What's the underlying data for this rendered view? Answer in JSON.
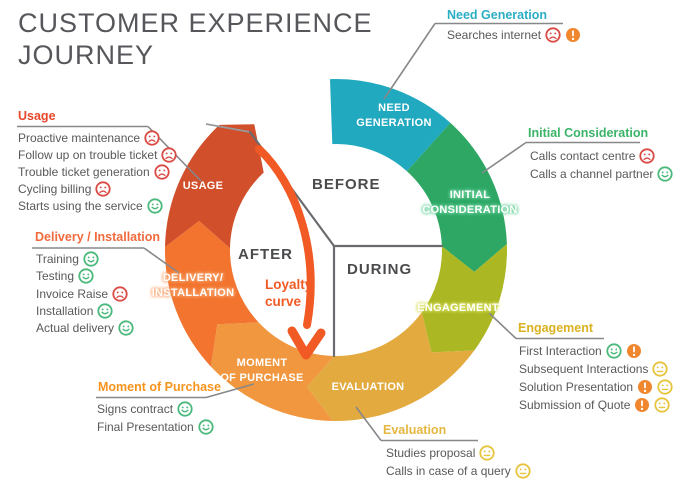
{
  "title": {
    "line1": "CUSTOMER EXPERIENCE",
    "line2": "JOURNEY"
  },
  "phase_labels": {
    "before": "BEFORE",
    "during": "DURING",
    "after": "AFTER"
  },
  "loyalty_curve": {
    "line1": "Loyalty",
    "line2": "curve",
    "color": "#F15A24"
  },
  "stages": [
    {
      "id": "need-generation",
      "lines": [
        "NEED",
        "GENERATION"
      ],
      "color": "#21A9BF"
    },
    {
      "id": "initial-consideration",
      "lines": [
        "INITIAL",
        "CONSIDERATION"
      ],
      "color": "#2EA765"
    },
    {
      "id": "engagement",
      "lines": [
        "ENGAGEMENT"
      ],
      "color": "#ABB723"
    },
    {
      "id": "evaluation",
      "lines": [
        "EVALUATION"
      ],
      "color": "#E3AA3F"
    },
    {
      "id": "moment-of-purchase",
      "lines": [
        "MOMENT",
        "OF PURCHASE"
      ],
      "color": "#F0973F"
    },
    {
      "id": "delivery-installation",
      "lines": [
        "DELIVERY/",
        "INSTALLATION"
      ],
      "color": "#F2742F"
    },
    {
      "id": "usage",
      "lines": [
        "USAGE"
      ],
      "color": "#D14F2A"
    }
  ],
  "callouts": [
    {
      "id": "need-generation",
      "heading": "Need Generation",
      "heading_color": "#2BAEC4",
      "items": [
        {
          "text": "Searches internet",
          "icons": [
            "sad",
            "alert"
          ]
        }
      ]
    },
    {
      "id": "initial-consideration",
      "heading": "Initial Consideration",
      "heading_color": "#3BB469",
      "items": [
        {
          "text": "Calls contact centre",
          "icons": [
            "sad"
          ]
        },
        {
          "text": "Calls a channel partner",
          "icons": [
            "happy"
          ]
        }
      ]
    },
    {
      "id": "engagement",
      "heading": "Engagement",
      "heading_color": "#D9B121",
      "items": [
        {
          "text": "First Interaction",
          "icons": [
            "happy",
            "alert"
          ]
        },
        {
          "text": "Subsequent Interactions",
          "icons": [
            "neutral"
          ]
        },
        {
          "text": "Solution Presentation",
          "icons": [
            "alert",
            "neutral"
          ]
        },
        {
          "text": "Submission of Quote",
          "icons": [
            "alert",
            "neutral"
          ]
        }
      ]
    },
    {
      "id": "evaluation",
      "heading": "Evaluation",
      "heading_color": "#E6B73F",
      "items": [
        {
          "text": "Studies proposal",
          "icons": [
            "neutral"
          ]
        },
        {
          "text": "Calls in case of a query",
          "icons": [
            "neutral"
          ]
        }
      ]
    },
    {
      "id": "moment-of-purchase",
      "heading": "Moment of Purchase",
      "heading_color": "#F7941E",
      "items": [
        {
          "text": "Signs contract",
          "icons": [
            "happy"
          ]
        },
        {
          "text": "Final Presentation",
          "icons": [
            "happy"
          ]
        }
      ]
    },
    {
      "id": "delivery-installation",
      "heading": "Delivery / Installation",
      "heading_color": "#F16A3C",
      "items": [
        {
          "text": "Training",
          "icons": [
            "happy"
          ]
        },
        {
          "text": "Testing",
          "icons": [
            "happy"
          ]
        },
        {
          "text": "Invoice Raise",
          "icons": [
            "sad"
          ]
        },
        {
          "text": "Installation",
          "icons": [
            "happy"
          ]
        },
        {
          "text": "Actual delivery",
          "icons": [
            "happy"
          ]
        }
      ]
    },
    {
      "id": "usage",
      "heading": "Usage",
      "heading_color": "#E8472B",
      "items": [
        {
          "text": "Proactive maintenance",
          "icons": [
            "sad"
          ]
        },
        {
          "text": "Follow up on trouble ticket",
          "icons": [
            "sad"
          ]
        },
        {
          "text": "Trouble ticket generation",
          "icons": [
            "sad"
          ]
        },
        {
          "text": "Cycling billing",
          "icons": [
            "sad"
          ]
        },
        {
          "text": "Starts using the service",
          "icons": [
            "happy"
          ]
        }
      ]
    }
  ],
  "icon_colors": {
    "happy": "#4CB97C",
    "sad": "#D94A43",
    "neutral": "#E7C43C",
    "alert": "#F0862D"
  },
  "line_color": "#6A6B6E",
  "pointer_color": "#87888A",
  "title_color": "#56575A"
}
